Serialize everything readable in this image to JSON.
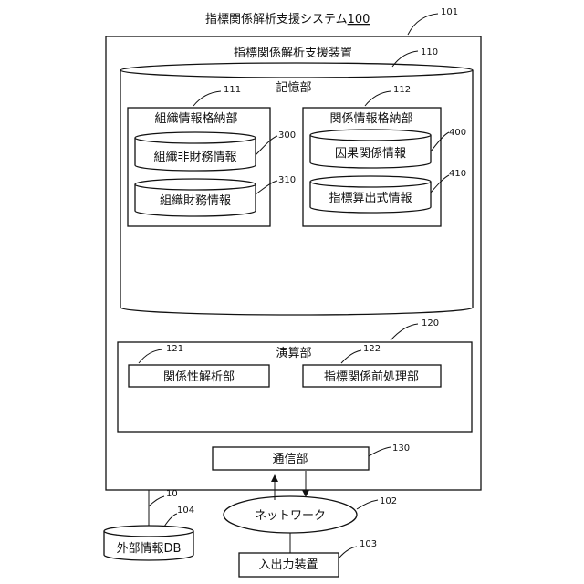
{
  "system": {
    "title": "指標関係解析支援システム",
    "title_num": "100",
    "ref": "101"
  },
  "device": {
    "title": "指標関係解析支援装置"
  },
  "storage": {
    "title": "記憶部",
    "ref": "110",
    "org_store": {
      "title": "組織情報格納部",
      "ref": "111",
      "items": [
        {
          "label": "組織非財務情報",
          "ref": "300"
        },
        {
          "label": "組織財務情報",
          "ref": "310"
        }
      ]
    },
    "rel_store": {
      "title": "関係情報格納部",
      "ref": "112",
      "items": [
        {
          "label": "因果関係情報",
          "ref": "400"
        },
        {
          "label": "指標算出式情報",
          "ref": "410"
        }
      ]
    }
  },
  "compute": {
    "title": "演算部",
    "ref": "120",
    "modules": [
      {
        "label": "関係性解析部",
        "ref": "121"
      },
      {
        "label": "指標関係前処理部",
        "ref": "122"
      }
    ]
  },
  "comm": {
    "label": "通信部",
    "ref": "130"
  },
  "network": {
    "label": "ネットワーク",
    "ref": "102"
  },
  "io_device": {
    "label": "入出力装置",
    "ref": "103"
  },
  "external_db": {
    "label": "外部情報DB",
    "ref": "104",
    "link_ref": "10"
  }
}
